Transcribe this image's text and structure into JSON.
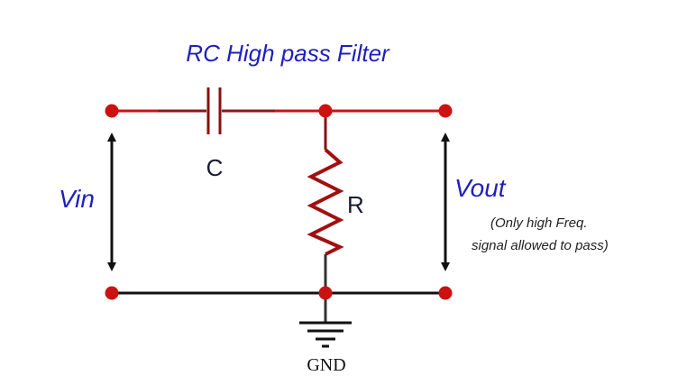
{
  "title": "RC High pass Filter",
  "labels": {
    "capacitor": "C",
    "resistor": "R",
    "vin": "Vin",
    "vout": "Vout",
    "note_line1": "(Only high Freq.",
    "note_line2": "signal allowed to pass)",
    "ground": "GND"
  },
  "colors": {
    "title_text": "#1f1fbf",
    "voltage_text": "#1f1fbf",
    "signal_wire": "#c81414",
    "component": "#a01010",
    "ground_wire": "#111111",
    "node": "#cc1111"
  }
}
